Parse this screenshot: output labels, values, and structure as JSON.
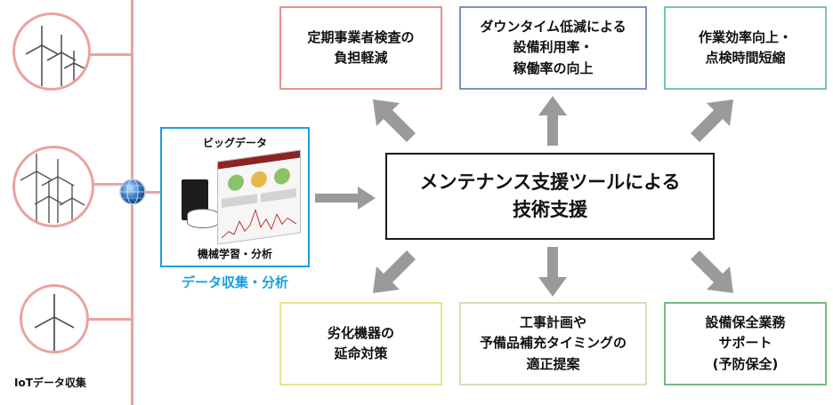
{
  "outcomes": {
    "top_left": [
      "定期事業者検査の",
      "負担軽減"
    ],
    "top_middle": [
      "ダウンタイム低減による",
      "設備利用率・",
      "稼働率の向上"
    ],
    "top_right": [
      "作業効率向上・",
      "点検時間短縮"
    ],
    "bottom_left": [
      "劣化機器の",
      "延命対策"
    ],
    "bottom_middle": [
      "工事計画や",
      "予備品補充タイミングの",
      "適正提案"
    ],
    "bottom_right": [
      "設備保全業務",
      "サポート",
      "(予防保全)"
    ]
  },
  "center": [
    "メンテナンス支援ツールによる",
    "技術支援"
  ],
  "bigdata": {
    "top_label": "ビッグデータ",
    "bottom_label": "機械学習・分析",
    "caption": "データ収集・分析"
  },
  "iot_label": "IoTデータ収集",
  "colors": {
    "red": "#e9908b",
    "blue": "#7d8fc8",
    "teal": "#7cc3b0",
    "yellow": "#e9e38c",
    "lightgreen": "#cfe1b8",
    "green": "#75b980",
    "cyan": "#1a9fe0",
    "arrow": "#9a9a9a",
    "line": "#e9a3a0"
  }
}
